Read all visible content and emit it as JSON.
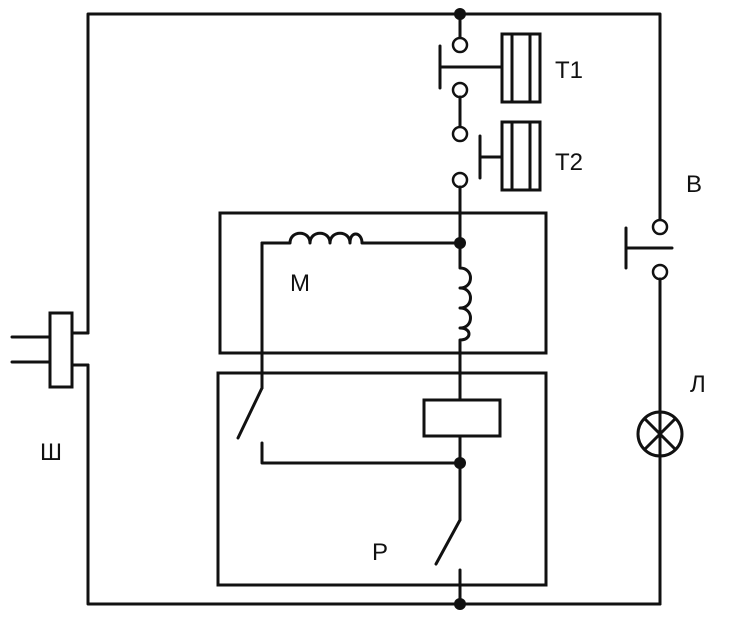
{
  "diagram": {
    "labels": {
      "plug": "Ш",
      "thermostat_1": "Т1",
      "thermostat_2": "Т2",
      "door_switch": "В",
      "lamp": "Л",
      "motor": "М",
      "relay": "Р"
    },
    "colors": {
      "line": "#111111",
      "background": "#ffffff"
    }
  }
}
